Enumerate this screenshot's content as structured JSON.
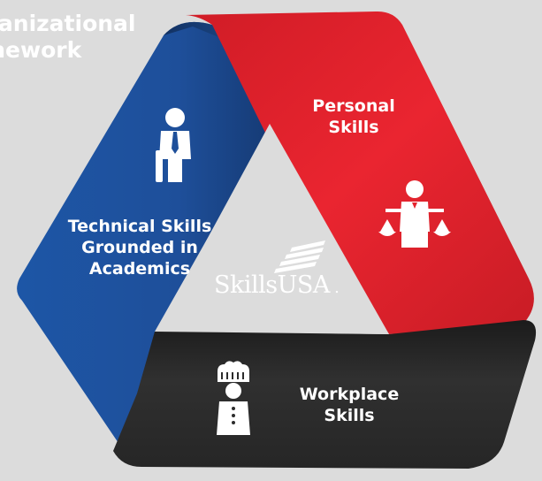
{
  "title": {
    "line1": "ganizational",
    "line2": "mework"
  },
  "bands": {
    "personal": {
      "line1": "Personal",
      "line2": "Skills"
    },
    "technical": {
      "line1": "Technical Skills",
      "line2": "Grounded in",
      "line3": "Academics"
    },
    "workplace": {
      "line1": "Workplace",
      "line2": "Skills"
    }
  },
  "logo": {
    "text": "SkillsUSA"
  },
  "colors": {
    "background": "#dcdcdc",
    "blue": "#1e4f9a",
    "red": "#e5232d",
    "dark": "#2c2c2c",
    "icon": "#ffffff"
  },
  "icons": {
    "technical": "technician-with-tie-icon",
    "personal": "person-with-scales-icon",
    "workplace": "chef-icon"
  }
}
